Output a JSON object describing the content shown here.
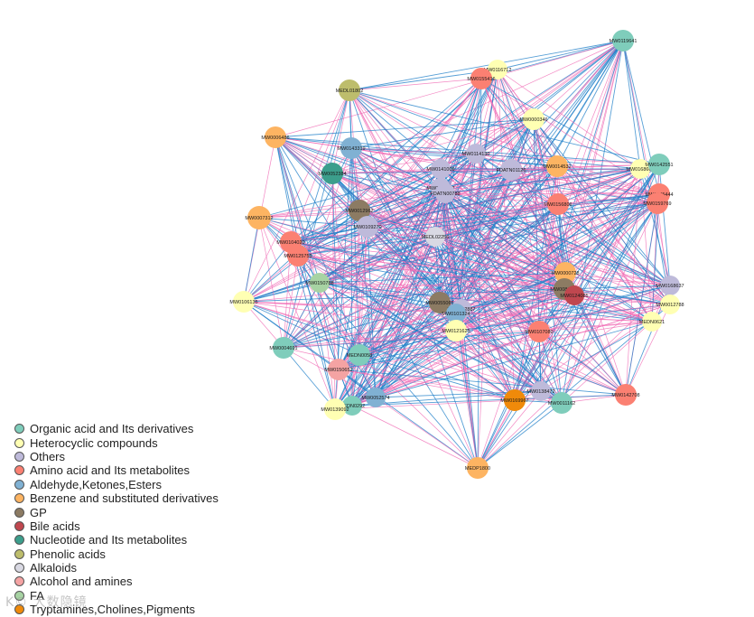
{
  "legend": [
    {
      "label": "Organic acid and Its derivatives",
      "color": "#7fcdbb"
    },
    {
      "label": "Heterocyclic compounds",
      "color": "#ffffb3"
    },
    {
      "label": "Others",
      "color": "#bebada"
    },
    {
      "label": "Amino acid and Its metabolites",
      "color": "#fb8072"
    },
    {
      "label": "Aldehyde,Ketones,Esters",
      "color": "#80b1d3"
    },
    {
      "label": "Benzene and substituted derivatives",
      "color": "#fdb462"
    },
    {
      "label": "GP",
      "color": "#8c7b63"
    },
    {
      "label": "Bile acids",
      "color": "#c0474f"
    },
    {
      "label": "Nucleotide and Its metabolites",
      "color": "#3c9e8c"
    },
    {
      "label": "Phenolic acids",
      "color": "#bdbd6c"
    },
    {
      "label": "Alkaloids",
      "color": "#d9d9e3"
    },
    {
      "label": "Alcohol and amines",
      "color": "#f4a3a3"
    },
    {
      "label": "FA",
      "color": "#a7d3a3"
    },
    {
      "label": "Tryptamines,Cholines,Pigments",
      "color": "#f08a0a"
    }
  ],
  "edge_colors": {
    "positive": "#f06ab4",
    "negative": "#1f7fc8"
  },
  "nodes": [
    {
      "label": "MW0119641",
      "category": 0
    },
    {
      "label": "MW0116712",
      "category": 1
    },
    {
      "label": "MW0155416",
      "category": 3
    },
    {
      "label": "MEDL01802",
      "category": 9
    },
    {
      "label": "MW0000346",
      "category": 1
    },
    {
      "label": "MW0006486",
      "category": 5
    },
    {
      "label": "MW0143319",
      "category": 4
    },
    {
      "label": "MW0114130",
      "category": 2
    },
    {
      "label": "MW0052384",
      "category": 8
    },
    {
      "label": "MW0141009",
      "category": 2
    },
    {
      "label": "FDATN01126",
      "category": 2
    },
    {
      "label": "MW0014532",
      "category": 5
    },
    {
      "label": "MW0168607",
      "category": 1
    },
    {
      "label": "MW0142551",
      "category": 0
    },
    {
      "label": "MW0058582",
      "category": 2
    },
    {
      "label": "FDATN00788",
      "category": 2
    },
    {
      "label": "MW0145444",
      "category": 3
    },
    {
      "label": "MW0159769",
      "category": 3
    },
    {
      "label": "MW0012962",
      "category": 6
    },
    {
      "label": "MW0156806",
      "category": 3
    },
    {
      "label": "MW0007312",
      "category": 5
    },
    {
      "label": "MW0109270",
      "category": 2
    },
    {
      "label": "MEDL02256",
      "category": 10
    },
    {
      "label": "MW0104020",
      "category": 3
    },
    {
      "label": "MW0125755",
      "category": 3
    },
    {
      "label": "MW0000728",
      "category": 5
    },
    {
      "label": "MW0150788",
      "category": 12
    },
    {
      "label": "MW0168637",
      "category": 2
    },
    {
      "label": "MW0081712",
      "category": 6
    },
    {
      "label": "MW0124085",
      "category": 7
    },
    {
      "label": "MW0106135",
      "category": 1
    },
    {
      "label": "MW0055065",
      "category": 6
    },
    {
      "label": "MEDP02887",
      "category": 2
    },
    {
      "label": "MW0101324",
      "category": 4
    },
    {
      "label": "MW0012788",
      "category": 1
    },
    {
      "label": "MW0121625",
      "category": 1
    },
    {
      "label": "MW0107080",
      "category": 3
    },
    {
      "label": "MEDN0621",
      "category": 1
    },
    {
      "label": "MW0004691",
      "category": 0
    },
    {
      "label": "MEDN0058",
      "category": 0
    },
    {
      "label": "MW0150652",
      "category": 11
    },
    {
      "label": "MW0138472",
      "category": 2
    },
    {
      "label": "MW0142708",
      "category": 3
    },
    {
      "label": "MW0052574",
      "category": 4
    },
    {
      "label": "MW0169967",
      "category": 13
    },
    {
      "label": "MW0011162",
      "category": 0
    },
    {
      "label": "MEDN0292",
      "category": 0
    },
    {
      "label": "MW0139092",
      "category": 1
    },
    {
      "label": "MEDP1800",
      "category": 5
    }
  ],
  "watermark": "K© 大数隐镜"
}
